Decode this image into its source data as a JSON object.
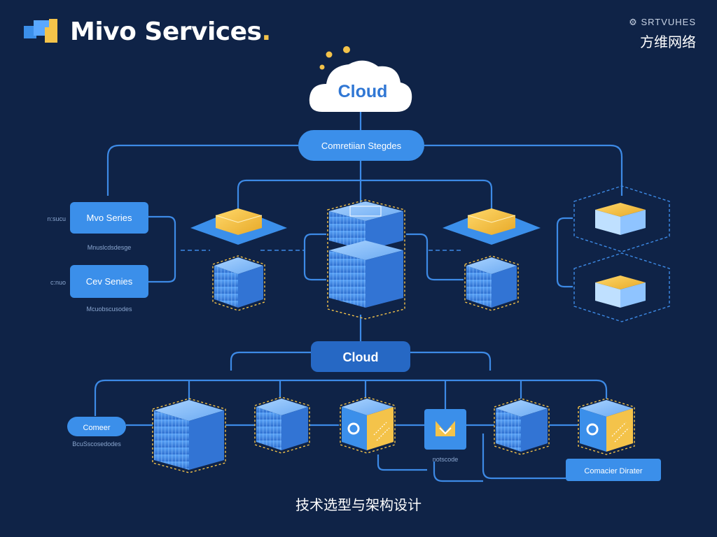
{
  "brand": {
    "name": "Mivo Services",
    "dot": "."
  },
  "corner": {
    "en": "SRTVUHES",
    "zh": "方维网络"
  },
  "nodes": {
    "cloud_top": "Cloud",
    "hub_top": "Comretiian Stegdes",
    "left_a": "Mvo Series",
    "left_a_note": "Mnuslcdsdesge",
    "left_a_tag": "n:sucu",
    "left_b": "Cev Senies",
    "left_b_note": "Mcuobscusodes",
    "left_b_tag": "c:nuo",
    "cloud_mid": "Cloud",
    "left_c": "Comeer",
    "left_c_note": "BcuSscosedodes",
    "right_btn": "Comacier Dirater",
    "mid_note": "notscode"
  },
  "caption": "技术选型与架构设计",
  "colors": {
    "bg": "#0f2347",
    "line": "#3d8ae6",
    "node_fill": "#3b8fea",
    "node_dark": "#2668c4",
    "accent": "#f4c34a",
    "cube_light": "#6fb2ff"
  }
}
